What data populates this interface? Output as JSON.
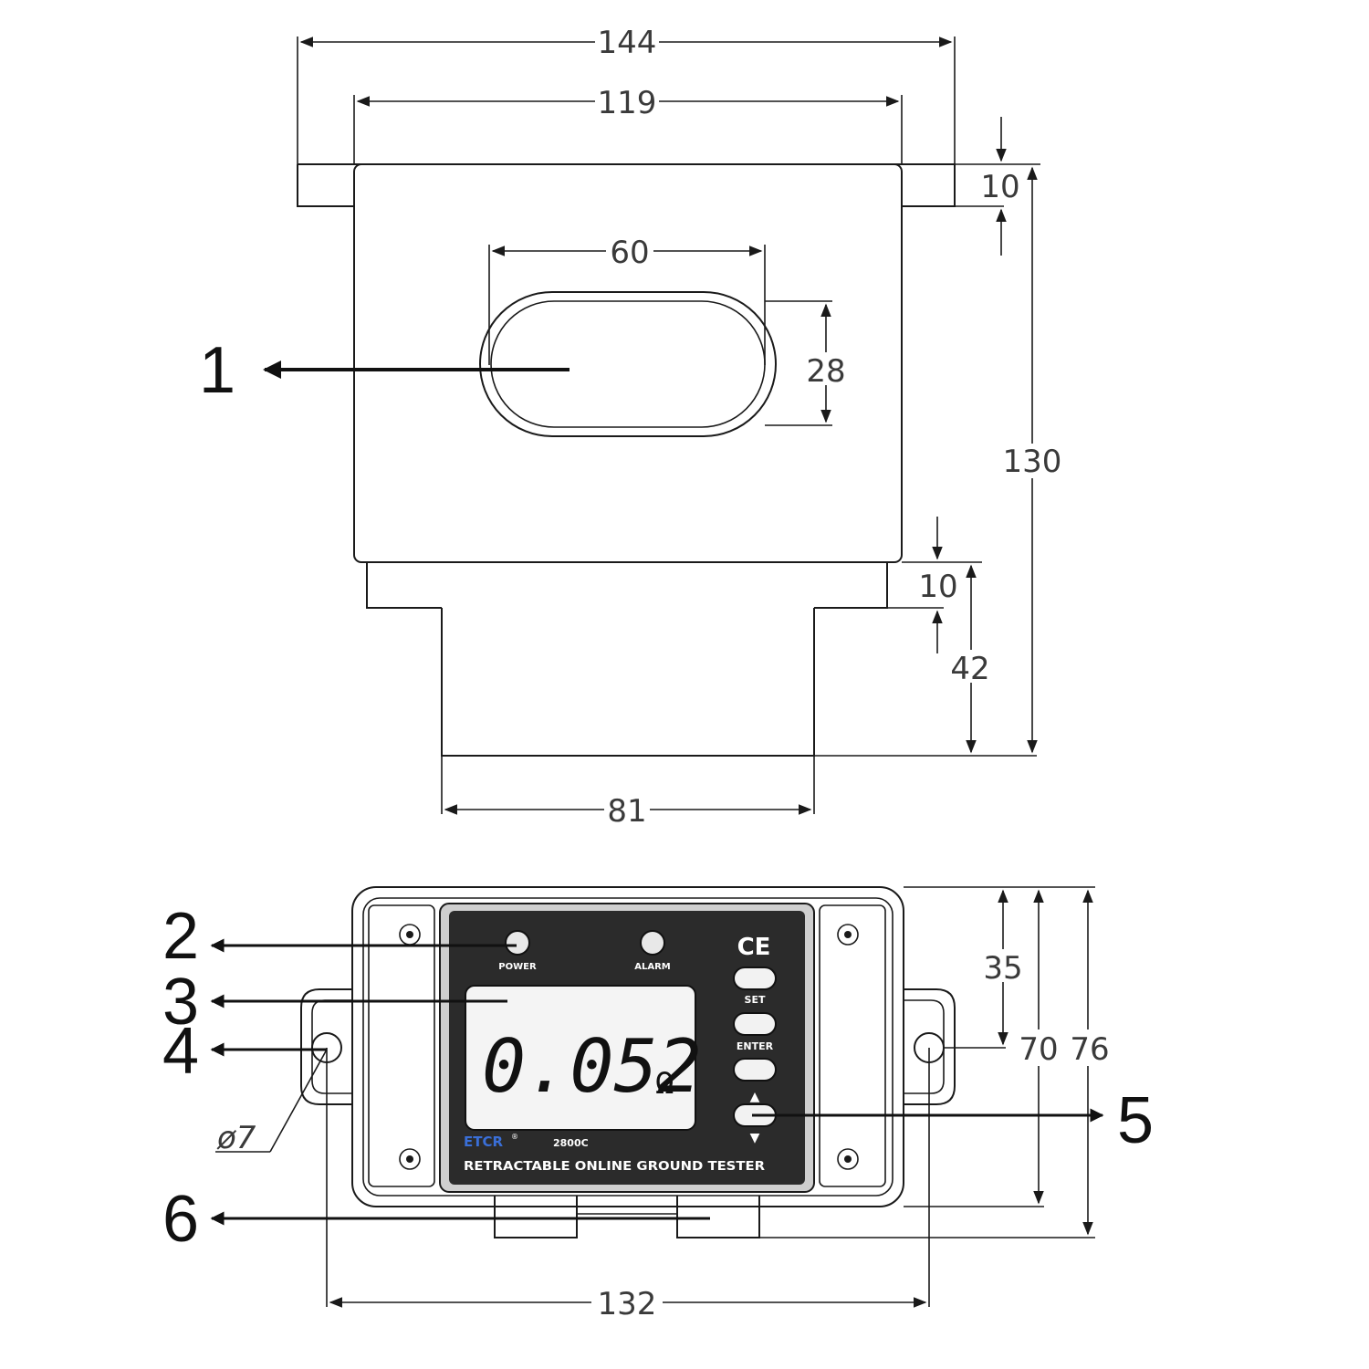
{
  "dimensions": {
    "w144": "144",
    "w119": "119",
    "w60": "60",
    "h28": "28",
    "h10_top": "10",
    "h130": "130",
    "h10_mid": "10",
    "h42": "42",
    "w81": "81",
    "h35": "35",
    "h70": "70",
    "h76": "76",
    "w132": "132",
    "hole": "ø7"
  },
  "callouts": [
    "1",
    "2",
    "3",
    "4",
    "5",
    "6"
  ],
  "panel": {
    "power_label": "POWER",
    "alarm_label": "ALARM",
    "ce_mark": "CE",
    "set_label": "SET",
    "enter_label": "ENTER",
    "reading_value": "0.052",
    "reading_unit": "Ω",
    "brand": "ETCR",
    "brand_reg": "®",
    "model": "2800C",
    "product_name": "RETRACTABLE ONLINE GROUND TESTER",
    "up_arrow": "▲",
    "down_arrow": "▼"
  },
  "colors": {
    "panel_face": "#2b2b2b",
    "lcd_bg": "#f4f4f4",
    "brand_color": "#3a6fd8",
    "line": "#1a1a1a"
  }
}
